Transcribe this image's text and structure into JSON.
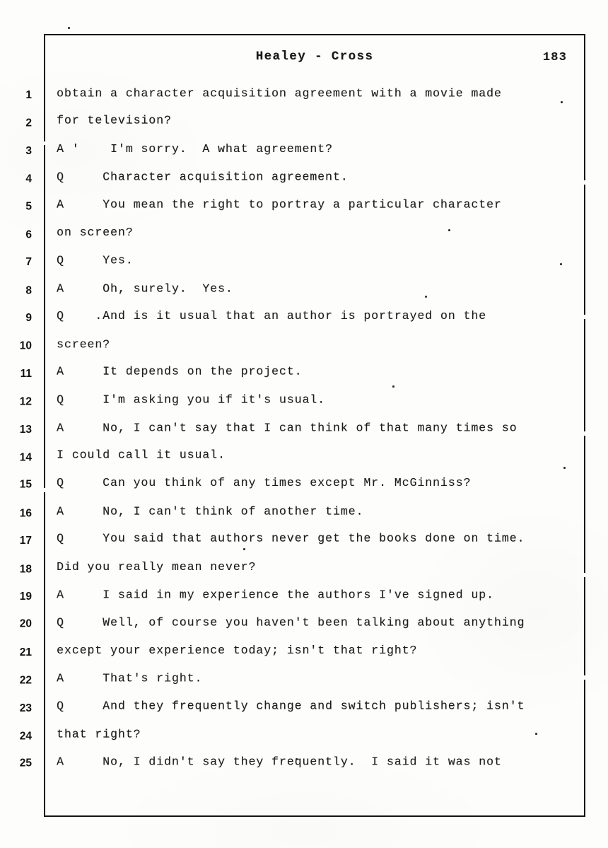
{
  "document": {
    "type": "court-transcript-page",
    "header": {
      "heading": "Healey - Cross",
      "page_number": "183"
    },
    "line_count": 25,
    "lines": [
      {
        "number": "1",
        "text": "obtain a character acquisition agreement with a movie made"
      },
      {
        "number": "2",
        "text": "for television?"
      },
      {
        "number": "3",
        "text": "A '    I'm sorry.  A what agreement?"
      },
      {
        "number": "4",
        "text": "Q     Character acquisition agreement."
      },
      {
        "number": "5",
        "text": "A     You mean the right to portray a particular character"
      },
      {
        "number": "6",
        "text": "on screen?"
      },
      {
        "number": "7",
        "text": "Q     Yes."
      },
      {
        "number": "8",
        "text": "A     Oh, surely.  Yes."
      },
      {
        "number": "9",
        "text": "Q    .And is it usual that an author is portrayed on the"
      },
      {
        "number": "10",
        "text": "screen?"
      },
      {
        "number": "11",
        "text": "A     It depends on the project."
      },
      {
        "number": "12",
        "text": "Q     I'm asking you if it's usual."
      },
      {
        "number": "13",
        "text": "A     No, I can't say that I can think of that many times so"
      },
      {
        "number": "14",
        "text": "I could call it usual."
      },
      {
        "number": "15",
        "text": "Q     Can you think of any times except Mr. McGinniss?"
      },
      {
        "number": "16",
        "text": "A     No, I can't think of another time."
      },
      {
        "number": "17",
        "text": "Q     You said that authors never get the books done on time."
      },
      {
        "number": "18",
        "text": "Did you really mean never?"
      },
      {
        "number": "19",
        "text": "A     I said in my experience the authors I've signed up."
      },
      {
        "number": "20",
        "text": "Q     Well, of course you haven't been talking about anything"
      },
      {
        "number": "21",
        "text": "except your experience today; isn't that right?"
      },
      {
        "number": "22",
        "text": "A     That's right."
      },
      {
        "number": "23",
        "text": "Q     And they frequently change and switch publishers; isn't"
      },
      {
        "number": "24",
        "text": "that right?"
      },
      {
        "number": "25",
        "text": "A     No, I didn't say they frequently.  I said it was not"
      }
    ]
  },
  "style": {
    "paper_color": "#fdfdfb",
    "ink_color": "#1c1c1c",
    "border_color": "#141414"
  }
}
